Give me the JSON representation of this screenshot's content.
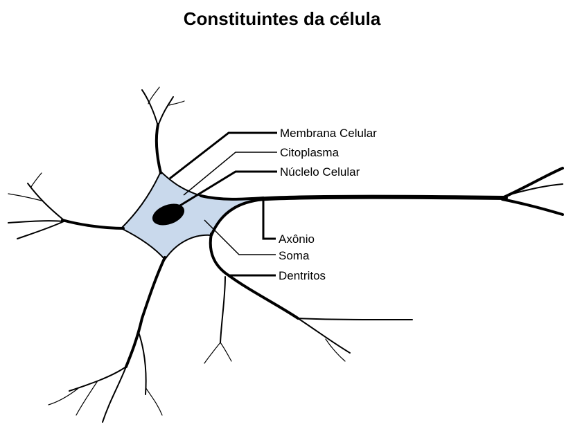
{
  "title": "Constituintes da célula",
  "labels": {
    "membrana": "Membrana Celular",
    "citoplasma": "Citoplasma",
    "nucleo": "Núclelo Celular",
    "axonio": "Axônio",
    "soma": "Soma",
    "dentritos": "Dentritos"
  },
  "colors": {
    "soma_fill": "#c9d9ec",
    "nucleus_fill": "#000000",
    "ink": "#000000"
  }
}
